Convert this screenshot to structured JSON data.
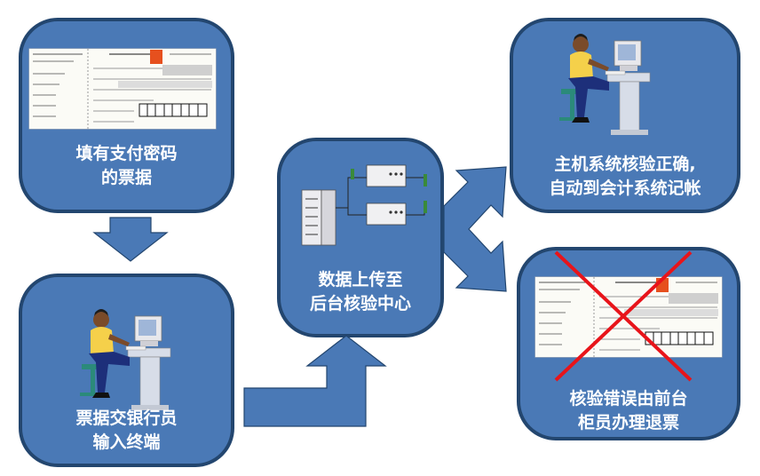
{
  "colors": {
    "box_fill": "#4a79b6",
    "box_border": "#23466f",
    "arrow_fill": "#4a79b6",
    "reject_cross": "#e8141a",
    "label_text": "#ffffff"
  },
  "steps": {
    "fill_password": {
      "label": "填有支付密码\n的票据",
      "icon": "cheque-image"
    },
    "teller_input": {
      "label": "票据交银行员\n输入终端",
      "icon": "teller-at-computer"
    },
    "upload_backend": {
      "label": "数据上传至\n后台核验中心",
      "icon": "server-network"
    },
    "success": {
      "label": "主机系统核验正确,\n自动到会计系统记帐",
      "icon": "operator-at-computer"
    },
    "failure": {
      "label": "核验错误由前台\n柜员办理退票",
      "icon": "rejected-cheque"
    }
  },
  "flow": [
    {
      "from": "fill_password",
      "to": "teller_input"
    },
    {
      "from": "teller_input",
      "to": "upload_backend"
    },
    {
      "from": "upload_backend",
      "to": "success"
    },
    {
      "from": "upload_backend",
      "to": "failure"
    }
  ]
}
